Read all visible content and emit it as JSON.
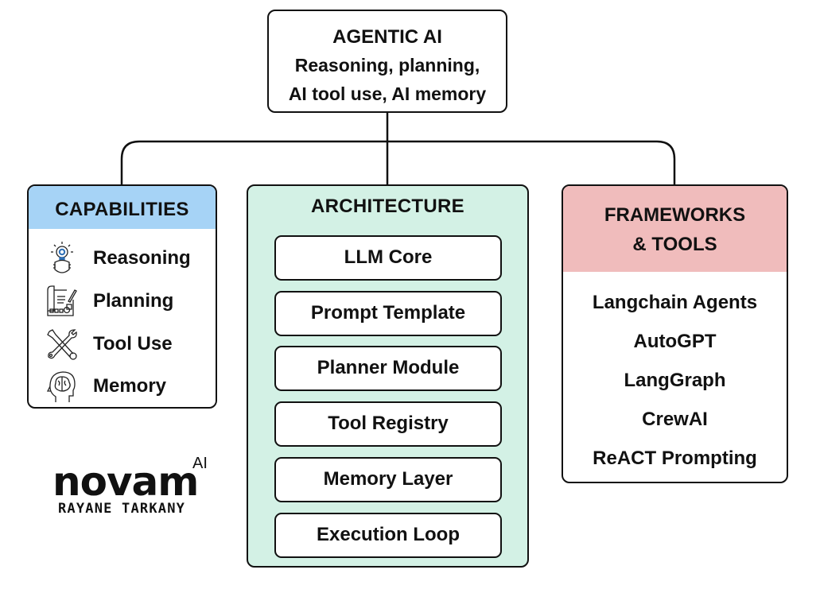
{
  "root": {
    "title": "AGENTIC AI",
    "line1": "Reasoning, planning,",
    "line2": "AI tool use, AI memory"
  },
  "capabilities": {
    "title": "CAPABILITIES",
    "header_color": "#a6d3f6",
    "items": [
      {
        "label": "Reasoning",
        "icon": "robot-idea-icon"
      },
      {
        "label": "Planning",
        "icon": "blueprint-pencil-icon"
      },
      {
        "label": "Tool Use",
        "icon": "crossed-wrenches-icon"
      },
      {
        "label": "Memory",
        "icon": "head-brain-icon"
      }
    ]
  },
  "architecture": {
    "title": "ARCHITECTURE",
    "background_color": "#d3f1e5",
    "items": [
      {
        "label": "LLM Core"
      },
      {
        "label": "Prompt Template"
      },
      {
        "label": "Planner Module"
      },
      {
        "label": "Tool Registry"
      },
      {
        "label": "Memory Layer"
      },
      {
        "label": "Execution Loop"
      }
    ],
    "loop": {
      "from": "LLM Core",
      "to": "Memory Layer",
      "back_to": "LLM Core"
    }
  },
  "frameworks": {
    "title_line1": "FRAMEWORKS",
    "title_line2": "& TOOLS",
    "header_color": "#f0bcbc",
    "items": [
      {
        "label": "Langchain Agents"
      },
      {
        "label": "AutoGPT"
      },
      {
        "label": "LangGraph"
      },
      {
        "label": "CrewAI"
      },
      {
        "label": "ReACT Prompting"
      }
    ]
  },
  "logo": {
    "word": "novam",
    "suffix": "AI",
    "author": "RAYANE TARKANY"
  }
}
